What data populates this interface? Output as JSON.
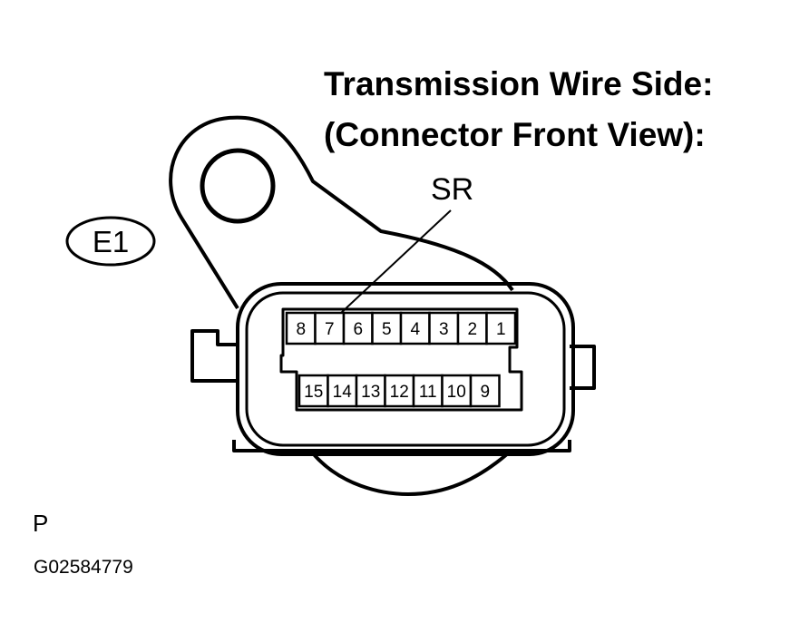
{
  "title_line1": "Transmission Wire Side:",
  "title_line2": "(Connector Front View):",
  "callout_label": "SR",
  "connector_id": "E1",
  "view_label": "P",
  "figure_code": "G02584779",
  "pins_top_row": [
    "8",
    "7",
    "6",
    "5",
    "4",
    "3",
    "2",
    "1"
  ],
  "pins_bottom_row": [
    "15",
    "14",
    "13",
    "12",
    "11",
    "10",
    "9"
  ]
}
